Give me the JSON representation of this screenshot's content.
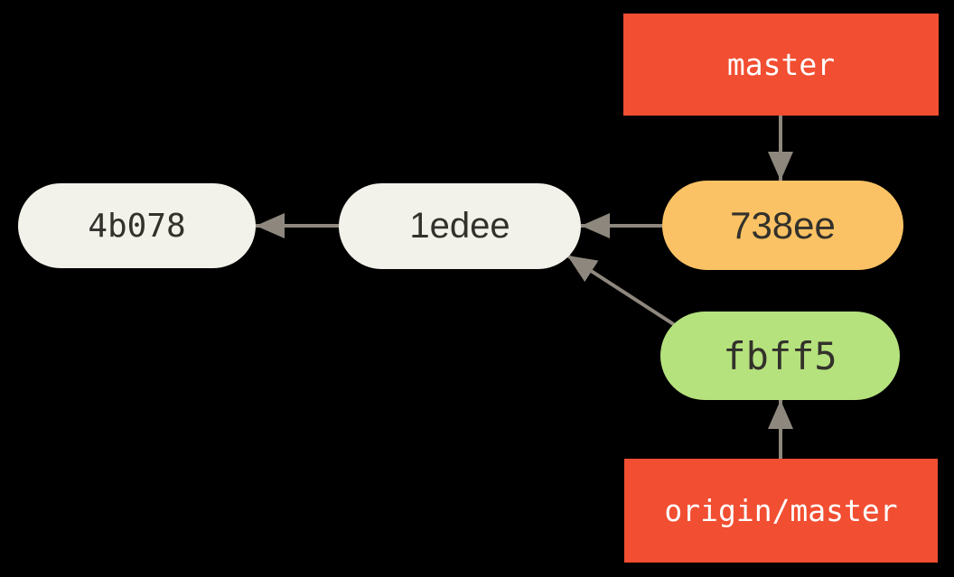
{
  "diagram": {
    "description": "Git commit history graph with local and remote branch pointers",
    "colors": {
      "canvas_bg": "#000000",
      "branch_label_bg": "#f14e32",
      "branch_label_text": "#ffffff",
      "commit_node_bg": "#f2f1ea",
      "head_commit_bg": "#fac264",
      "remote_commit_bg": "#b5e27d",
      "commit_text": "#33312b",
      "arrow": "#8e877e"
    },
    "branch_labels": {
      "master": "master",
      "origin_master": "origin/master"
    },
    "commits": {
      "c4b078": "4b078",
      "c1edee": "1edee",
      "c738ee": "738ee",
      "cfbff5": "fbff5"
    },
    "edges": [
      {
        "from": "master",
        "to": "738ee",
        "type": "branch-pointer",
        "direction": "down"
      },
      {
        "from": "738ee",
        "to": "1edee",
        "type": "parent",
        "direction": "left"
      },
      {
        "from": "1edee",
        "to": "4b078",
        "type": "parent",
        "direction": "left"
      },
      {
        "from": "fbff5",
        "to": "1edee",
        "type": "parent",
        "direction": "up-left"
      },
      {
        "from": "origin/master",
        "to": "fbff5",
        "type": "branch-pointer",
        "direction": "up"
      }
    ]
  }
}
